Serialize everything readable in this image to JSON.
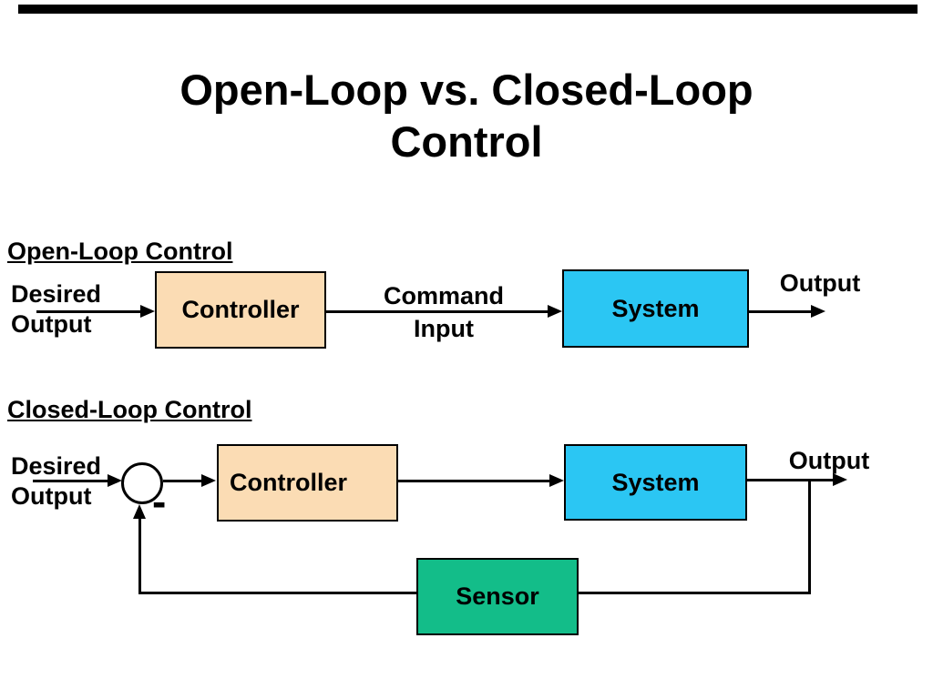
{
  "slide": {
    "title_line1": "Open-Loop vs. Closed-Loop",
    "title_line2": "Control"
  },
  "open_loop": {
    "heading": "Open-Loop Control",
    "desired_line1": "Desired",
    "desired_line2": "Output",
    "controller_label": "Controller",
    "command_line1": "Command",
    "command_line2": "Input",
    "system_label": "System",
    "output_label": "Output"
  },
  "closed_loop": {
    "heading": "Closed-Loop Control",
    "desired_line1": "Desired",
    "desired_line2": "Output",
    "minus_sign": "-",
    "controller_label": "Controller",
    "system_label": "System",
    "output_label": "Output",
    "sensor_label": "Sensor"
  },
  "colors": {
    "controller_fill": "#FBDCB4",
    "system_fill": "#2BC6F3",
    "sensor_fill": "#13BD89",
    "line": "#000000",
    "background": "#FFFFFF"
  }
}
